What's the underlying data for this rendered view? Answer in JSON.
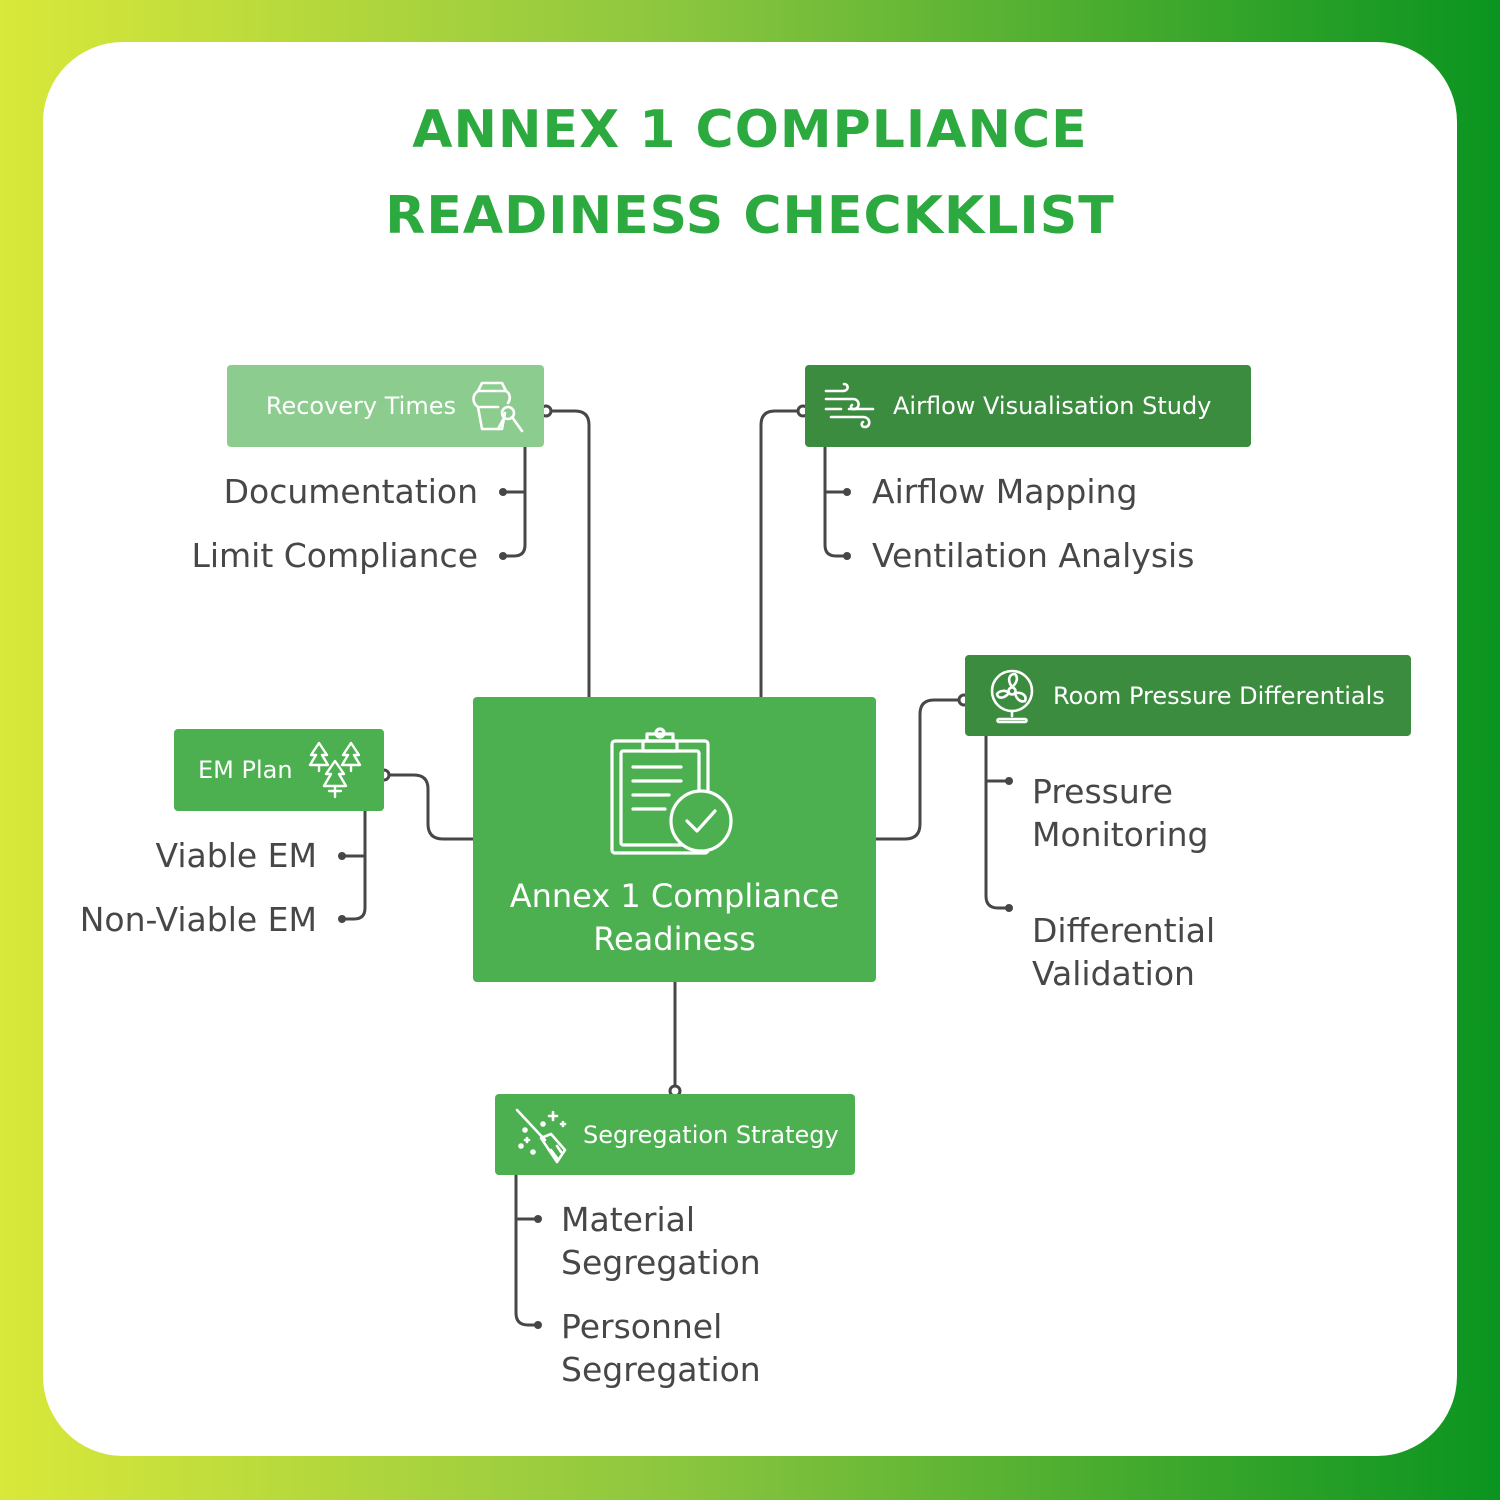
{
  "title": {
    "line1": "ANNEX 1 COMPLIANCE",
    "line2": "READINESS CHECKKLIST"
  },
  "center": {
    "label": "Annex 1 Compliance Readiness",
    "icon": "clipboard-check-icon"
  },
  "branches": {
    "recovery_times": {
      "label": "Recovery Times",
      "icon": "cleaning-bucket-icon",
      "color": "#8ccc8f",
      "items": [
        "Documentation",
        "Limit Compliance"
      ]
    },
    "airflow_visualisation": {
      "label": "Airflow Visualisation Study",
      "icon": "wind-icon",
      "color": "#3c8c40",
      "items": [
        "Airflow Mapping",
        "Ventilation Analysis"
      ]
    },
    "room_pressure": {
      "label": "Room Pressure Differentials",
      "icon": "fan-icon",
      "color": "#3c8c40",
      "items": [
        "Pressure Monitoring",
        "Differential Validation"
      ]
    },
    "em_plan": {
      "label": "EM Plan",
      "icon": "trees-icon",
      "color": "#4caf50",
      "items": [
        "Viable EM",
        "Non-Viable EM"
      ]
    },
    "segregation": {
      "label": "Segregation Strategy",
      "icon": "broom-icon",
      "color": "#4caf50",
      "items": [
        "Material Segregation",
        "Personnel Segregation"
      ]
    }
  },
  "colors": {
    "title": "#2ca93f",
    "center": "#4caf50",
    "connector": "#474747",
    "text": "#474747"
  }
}
